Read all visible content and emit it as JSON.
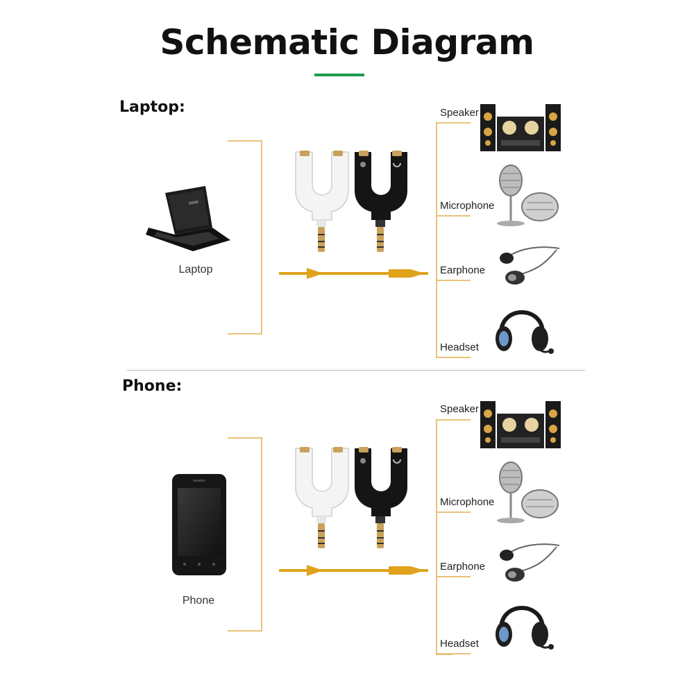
{
  "title": "Schematic Diagram",
  "sections": [
    {
      "heading": "Laptop:",
      "source_label": "Laptop",
      "source_icon": "laptop-icon",
      "outputs": [
        "Speaker",
        "Microphone",
        "Earphone",
        "Headset"
      ]
    },
    {
      "heading": "Phone:",
      "source_label": "Phone",
      "source_icon": "phone-icon",
      "outputs": [
        "Speaker",
        "Microphone",
        "Earphone",
        "Headset"
      ]
    }
  ],
  "colors": {
    "accent_bar": "#1c9a4d",
    "bracket": "#e8c27a",
    "arrow": "#e0a21b",
    "adapter_white": "#f4f4f4",
    "adapter_black": "#151515",
    "plug_gold": "#c9a15a"
  },
  "icons": [
    "speaker-icon",
    "microphone-icon",
    "earphone-icon",
    "headset-icon",
    "adapter-white-icon",
    "adapter-black-icon",
    "arrow-icon"
  ]
}
